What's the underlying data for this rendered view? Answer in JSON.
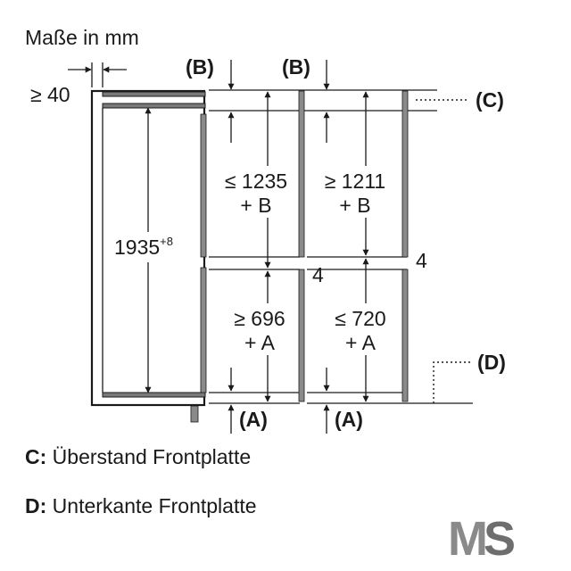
{
  "title": "Maße in mm",
  "labels": {
    "gap_top": "≥ 40",
    "b_left": "(B)",
    "b_right": "(B)",
    "c": "(C)",
    "d": "(D)",
    "a_left": "(A)",
    "a_right": "(A)",
    "height_main": "1935",
    "height_main_sup": "+8",
    "upper_left_1": "≤ 1235",
    "upper_left_2": "+ B",
    "upper_right_1": "≥ 1211",
    "upper_right_2": "+ B",
    "lower_left_1": "≥ 696",
    "lower_left_2": "+ A",
    "lower_right_1": "≤ 720",
    "lower_right_2": "+ A",
    "gap_mid_left": "4",
    "gap_mid_right": "4"
  },
  "legend": {
    "c_key": "C:",
    "c_text": "Überstand Frontplatte",
    "d_key": "D:",
    "d_text": "Unterkante Frontplatte"
  },
  "logo": {
    "m": "M",
    "s": "S",
    "color_m": "#8a8a8a",
    "color_s": "#6e6e6e"
  }
}
